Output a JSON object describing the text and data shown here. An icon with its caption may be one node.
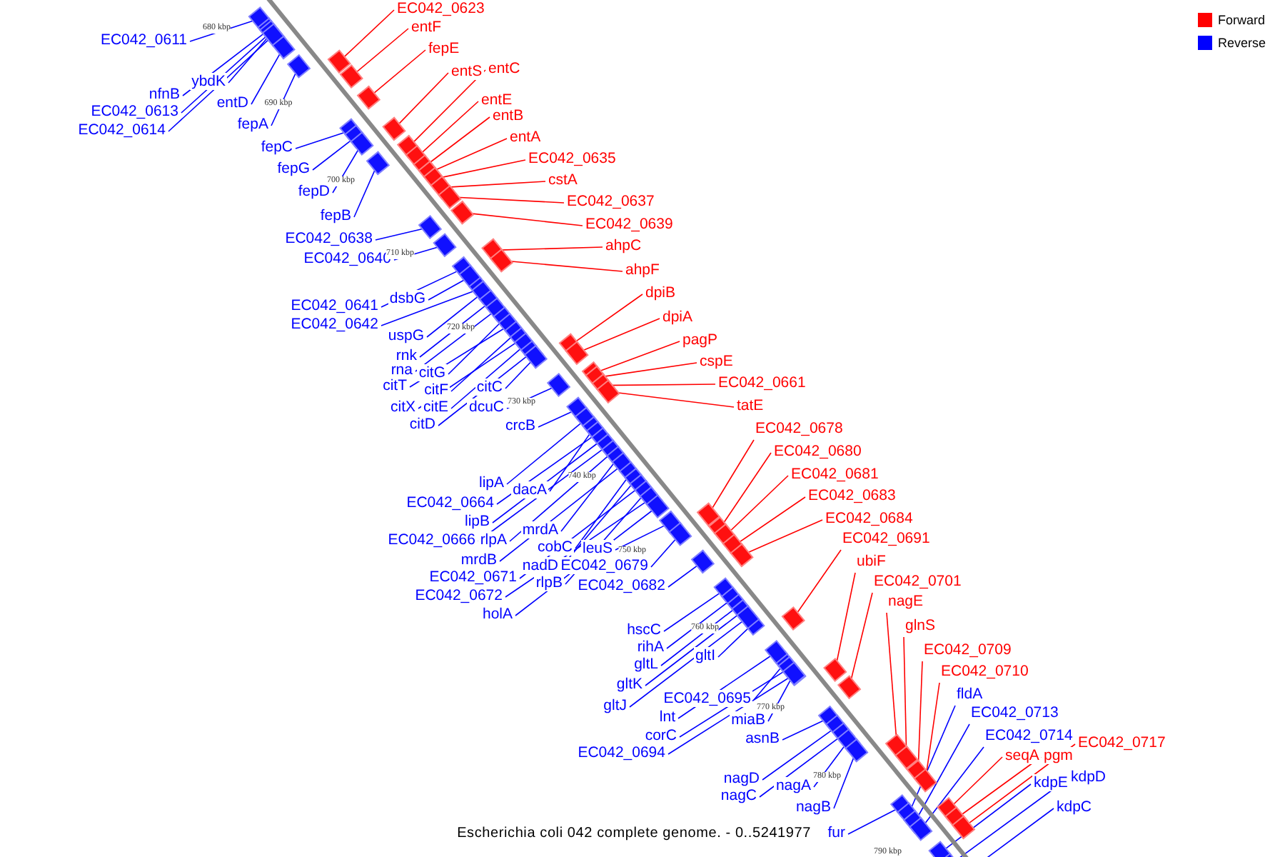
{
  "diagram": {
    "caption": "Escherichia coli 042 complete genome. - 0..5241977",
    "nodes": [
      {
        "text": [
          "EC042_0611"
        ]
      },
      {
        "text": [
          "ybdK"
        ]
      },
      {
        "text": [
          "nfnB"
        ]
      },
      {
        "text": [
          "EC042_0613"
        ]
      },
      {
        "text": [
          "EC042_0614"
        ]
      },
      {
        "text": [
          "entD"
        ]
      },
      {
        "text": [
          "fepA"
        ]
      },
      {
        "text": [
          "fepC"
        ]
      },
      {
        "text": [
          "fepG"
        ]
      },
      {
        "text": [
          "fepD"
        ]
      },
      {
        "text": [
          "fepB"
        ]
      },
      {
        "text": [
          "EC042_0638"
        ]
      },
      {
        "text": [
          "EC042_0640"
        ]
      },
      {
        "text": [
          "EC042_0641"
        ]
      },
      {
        "text": [
          "dsbG"
        ]
      },
      {
        "text": [
          "EC042_0642"
        ]
      },
      {
        "text": [
          "uspG"
        ]
      },
      {
        "text": [
          "rnk"
        ]
      },
      {
        "text": [
          "rna"
        ]
      },
      {
        "text": [
          "citG"
        ]
      },
      {
        "text": [
          "citT"
        ]
      },
      {
        "text": [
          "citF"
        ]
      },
      {
        "text": [
          "citX"
        ]
      },
      {
        "text": [
          "citE"
        ]
      },
      {
        "text": [
          "citD"
        ]
      },
      {
        "text": [
          "citC"
        ]
      },
      {
        "text": [
          "dcuC"
        ]
      },
      {
        "text": [
          "crcB"
        ]
      },
      {
        "text": [
          "lipA"
        ]
      },
      {
        "text": [
          "dacA"
        ]
      },
      {
        "text": [
          "EC042_0664"
        ]
      },
      {
        "text": [
          "lipB"
        ]
      },
      {
        "text": [
          "EC042_0666"
        ]
      },
      {
        "text": [
          "rlpA"
        ]
      },
      {
        "text": [
          "mrdA"
        ]
      },
      {
        "text": [
          "mrdB"
        ]
      },
      {
        "text": [
          "cobC"
        ]
      },
      {
        "text": [
          "nadD"
        ]
      },
      {
        "text": [
          "EC042_0671"
        ]
      },
      {
        "text": [
          "rlpB"
        ]
      },
      {
        "text": [
          "EC042_0672"
        ]
      },
      {
        "text": [
          "holA"
        ]
      },
      {
        "text": [
          "leuS"
        ]
      },
      {
        "text": [
          "EC042_0679"
        ]
      },
      {
        "text": [
          "EC042_0682"
        ]
      },
      {
        "text": [
          "hscC"
        ]
      },
      {
        "text": [
          "rihA"
        ]
      },
      {
        "text": [
          "gltL"
        ]
      },
      {
        "text": [
          "gltI"
        ]
      },
      {
        "text": [
          "gltK"
        ]
      },
      {
        "text": [
          "gltJ"
        ]
      },
      {
        "text": [
          "EC042_0695"
        ]
      },
      {
        "text": [
          "lnt"
        ]
      },
      {
        "text": [
          "corC"
        ]
      },
      {
        "text": [
          "EC042_0694"
        ]
      },
      {
        "text": [
          "miaB"
        ]
      },
      {
        "text": [
          "asnB"
        ]
      },
      {
        "text": [
          "nagD"
        ]
      },
      {
        "text": [
          "nagC"
        ]
      },
      {
        "text": [
          "nagA"
        ]
      },
      {
        "text": [
          "nagB"
        ]
      },
      {
        "text": [
          "fur"
        ]
      },
      {
        "text": [
          "fldA"
        ]
      },
      {
        "text": [
          "EC042_0713"
        ]
      },
      {
        "text": [
          "EC042_0714"
        ]
      },
      {
        "text": [
          "kdpE"
        ]
      },
      {
        "text": [
          "kdpD"
        ]
      },
      {
        "text": [
          "kdpC"
        ]
      },
      {
        "text": [
          "EC042_0623"
        ]
      },
      {
        "text": [
          "entF"
        ]
      },
      {
        "text": [
          "fepE"
        ]
      },
      {
        "text": [
          "entS"
        ]
      },
      {
        "text": [
          "entC"
        ]
      },
      {
        "text": [
          "entE"
        ]
      },
      {
        "text": [
          "entB"
        ]
      },
      {
        "text": [
          "entA"
        ]
      },
      {
        "text": [
          "EC042_0635"
        ]
      },
      {
        "text": [
          "cstA"
        ]
      },
      {
        "text": [
          "EC042_0637"
        ]
      },
      {
        "text": [
          "EC042_0639"
        ]
      },
      {
        "text": [
          "ahpC"
        ]
      },
      {
        "text": [
          "ahpF"
        ]
      },
      {
        "text": [
          "dpiB"
        ]
      },
      {
        "text": [
          "dpiA"
        ]
      },
      {
        "text": [
          "pagP"
        ]
      },
      {
        "text": [
          "cspE"
        ]
      },
      {
        "text": [
          "EC042_0661"
        ]
      },
      {
        "text": [
          "tatE"
        ]
      },
      {
        "text": [
          "EC042_0678"
        ]
      },
      {
        "text": [
          "EC042_0680"
        ]
      },
      {
        "text": [
          "EC042_0681"
        ]
      },
      {
        "text": [
          "EC042_0683"
        ]
      },
      {
        "text": [
          "EC042_0684"
        ]
      },
      {
        "text": [
          "EC042_0691"
        ]
      },
      {
        "text": [
          "ubiF"
        ]
      },
      {
        "text": [
          "EC042_0701"
        ]
      },
      {
        "text": [
          "nagE"
        ]
      },
      {
        "text": [
          "glnS"
        ]
      },
      {
        "text": [
          "EC042_0709"
        ]
      },
      {
        "text": [
          "EC042_0710"
        ]
      },
      {
        "text": [
          "seqA"
        ]
      },
      {
        "text": [
          "pgm"
        ]
      },
      {
        "text": [
          "EC042_0717"
        ]
      }
    ],
    "edges": [
      {
        "from": 0,
        "to": null,
        "arrow": "none"
      },
      {
        "from": 1,
        "to": null,
        "arrow": "none"
      },
      {
        "from": 2,
        "to": null,
        "arrow": "none"
      },
      {
        "from": 3,
        "to": null,
        "arrow": "none"
      },
      {
        "from": 4,
        "to": null,
        "arrow": "none"
      },
      {
        "from": 5,
        "to": null,
        "arrow": "none"
      },
      {
        "from": 6,
        "to": null,
        "arrow": "none"
      },
      {
        "from": 7,
        "to": null,
        "arrow": "none"
      },
      {
        "from": 8,
        "to": null,
        "arrow": "none"
      },
      {
        "from": 9,
        "to": null,
        "arrow": "none"
      },
      {
        "from": 10,
        "to": null,
        "arrow": "none"
      },
      {
        "from": 11,
        "to": null,
        "arrow": "none"
      },
      {
        "from": 12,
        "to": null,
        "arrow": "none"
      },
      {
        "from": 13,
        "to": null,
        "arrow": "none"
      },
      {
        "from": 14,
        "to": null,
        "arrow": "none"
      },
      {
        "from": 15,
        "to": null,
        "arrow": "none"
      },
      {
        "from": 16,
        "to": null,
        "arrow": "none"
      },
      {
        "from": 17,
        "to": null,
        "arrow": "none"
      },
      {
        "from": 18,
        "to": null,
        "arrow": "none"
      },
      {
        "from": 19,
        "to": null,
        "arrow": "none"
      },
      {
        "from": 20,
        "to": null,
        "arrow": "none"
      },
      {
        "from": 21,
        "to": null,
        "arrow": "none"
      },
      {
        "from": 22,
        "to": null,
        "arrow": "none"
      },
      {
        "from": 23,
        "to": null,
        "arrow": "none"
      },
      {
        "from": 24,
        "to": null,
        "arrow": "none"
      },
      {
        "from": 25,
        "to": null,
        "arrow": "none"
      },
      {
        "from": 26,
        "to": null,
        "arrow": "none"
      },
      {
        "from": 27,
        "to": null,
        "arrow": "none"
      },
      {
        "from": 28,
        "to": null,
        "arrow": "none"
      },
      {
        "from": 29,
        "to": null,
        "arrow": "none"
      },
      {
        "from": 30,
        "to": null,
        "arrow": "none"
      },
      {
        "from": 31,
        "to": null,
        "arrow": "none"
      },
      {
        "from": 32,
        "to": null,
        "arrow": "none"
      },
      {
        "from": 33,
        "to": null,
        "arrow": "none"
      },
      {
        "from": 34,
        "to": null,
        "arrow": "none"
      },
      {
        "from": 35,
        "to": null,
        "arrow": "none"
      },
      {
        "from": 36,
        "to": null,
        "arrow": "none"
      },
      {
        "from": 37,
        "to": null,
        "arrow": "none"
      },
      {
        "from": 38,
        "to": null,
        "arrow": "none"
      },
      {
        "from": 39,
        "to": null,
        "arrow": "none"
      },
      {
        "from": 40,
        "to": null,
        "arrow": "none"
      },
      {
        "from": 41,
        "to": null,
        "arrow": "none"
      },
      {
        "from": 42,
        "to": null,
        "arrow": "none"
      },
      {
        "from": 43,
        "to": null,
        "arrow": "none"
      },
      {
        "from": 44,
        "to": null,
        "arrow": "none"
      },
      {
        "from": 45,
        "to": null,
        "arrow": "none"
      },
      {
        "from": 46,
        "to": null,
        "arrow": "none"
      },
      {
        "from": 47,
        "to": null,
        "arrow": "none"
      },
      {
        "from": 48,
        "to": null,
        "arrow": "none"
      },
      {
        "from": 49,
        "to": null,
        "arrow": "none"
      },
      {
        "from": 50,
        "to": null,
        "arrow": "none"
      },
      {
        "from": 51,
        "to": null,
        "arrow": "none"
      },
      {
        "from": 52,
        "to": null,
        "arrow": "none"
      },
      {
        "from": 53,
        "to": null,
        "arrow": "none"
      },
      {
        "from": 54,
        "to": null,
        "arrow": "none"
      },
      {
        "from": 55,
        "to": null,
        "arrow": "none"
      },
      {
        "from": 56,
        "to": null,
        "arrow": "none"
      },
      {
        "from": 57,
        "to": null,
        "arrow": "none"
      },
      {
        "from": 58,
        "to": null,
        "arrow": "none"
      },
      {
        "from": 59,
        "to": null,
        "arrow": "none"
      },
      {
        "from": 60,
        "to": null,
        "arrow": "none"
      },
      {
        "from": 61,
        "to": null,
        "arrow": "none"
      },
      {
        "from": 62,
        "to": null,
        "arrow": "none"
      },
      {
        "from": 63,
        "to": null,
        "arrow": "none"
      },
      {
        "from": 64,
        "to": null,
        "arrow": "none"
      },
      {
        "from": 65,
        "to": null,
        "arrow": "none"
      },
      {
        "from": 66,
        "to": null,
        "arrow": "none"
      },
      {
        "from": 67,
        "to": null,
        "arrow": "none"
      },
      {
        "from": 68,
        "to": null,
        "arrow": "none",
        "color": "#ff0000"
      },
      {
        "from": 69,
        "to": null,
        "arrow": "none",
        "color": "#ff0000"
      },
      {
        "from": 70,
        "to": null,
        "arrow": "none",
        "color": "#ff0000"
      },
      {
        "from": 71,
        "to": null,
        "arrow": "none",
        "color": "#ff0000"
      },
      {
        "from": 72,
        "to": null,
        "arrow": "none",
        "color": "#ff0000"
      },
      {
        "from": 73,
        "to": null,
        "arrow": "none",
        "color": "#ff0000"
      },
      {
        "from": 74,
        "to": null,
        "arrow": "none",
        "color": "#ff0000"
      },
      {
        "from": 75,
        "to": null,
        "arrow": "none",
        "color": "#ff0000"
      },
      {
        "from": 76,
        "to": null,
        "arrow": "none",
        "color": "#ff0000"
      },
      {
        "from": 77,
        "to": null,
        "arrow": "none",
        "color": "#ff0000"
      },
      {
        "from": 78,
        "to": null,
        "arrow": "none",
        "color": "#ff0000"
      },
      {
        "from": 79,
        "to": null,
        "arrow": "none",
        "color": "#ff0000"
      },
      {
        "from": 80,
        "to": null,
        "arrow": "none",
        "color": "#ff0000"
      },
      {
        "from": 81,
        "to": null,
        "arrow": "none",
        "color": "#ff0000"
      },
      {
        "from": 82,
        "to": null,
        "arrow": "none",
        "color": "#ff0000"
      },
      {
        "from": 83,
        "to": null,
        "arrow": "none",
        "color": "#ff0000"
      },
      {
        "from": 84,
        "to": null,
        "arrow": "none",
        "color": "#ff0000"
      },
      {
        "from": 85,
        "to": null,
        "arrow": "none",
        "color": "#ff0000"
      },
      {
        "from": 86,
        "to": null,
        "arrow": "none",
        "color": "#ff0000"
      },
      {
        "from": 87,
        "to": null,
        "arrow": "none",
        "color": "#ff0000"
      },
      {
        "from": 88,
        "to": null,
        "arrow": "none",
        "color": "#ff0000"
      },
      {
        "from": 89,
        "to": null,
        "arrow": "none",
        "color": "#ff0000"
      },
      {
        "from": 90,
        "to": null,
        "arrow": "none",
        "color": "#ff0000"
      },
      {
        "from": 91,
        "to": null,
        "arrow": "none",
        "color": "#ff0000"
      },
      {
        "from": 92,
        "to": null,
        "arrow": "none",
        "color": "#ff0000"
      },
      {
        "from": 93,
        "to": null,
        "arrow": "none",
        "color": "#ff0000"
      },
      {
        "from": 94,
        "to": null,
        "arrow": "none",
        "color": "#ff0000"
      },
      {
        "from": 95,
        "to": null,
        "arrow": "none",
        "color": "#ff0000"
      },
      {
        "from": 96,
        "to": null,
        "arrow": "none",
        "color": "#ff0000"
      },
      {
        "from": 97,
        "to": null,
        "arrow": "none",
        "color": "#ff0000"
      },
      {
        "from": 98,
        "to": null,
        "arrow": "none",
        "color": "#ff0000"
      },
      {
        "from": 99,
        "to": null,
        "arrow": "none",
        "color": "#ff0000"
      },
      {
        "from": 100,
        "to": null,
        "arrow": "none",
        "color": "#ff0000"
      },
      {
        "from": 101,
        "to": null,
        "arrow": "none",
        "color": "#ff0000"
      },
      {
        "from": 102,
        "to": null,
        "arrow": "none",
        "color": "#ff0000"
      }
    ],
    "labels": [
      "680 kbp",
      "690 kbp",
      "700 kbp",
      "710 kbp",
      "720 kbp",
      "730 kbp",
      "740 kbp",
      "750 kbp",
      "760 kbp",
      "770 kbp",
      "780 kbp",
      "790 kbp"
    ],
    "legend": [
      {
        "text": "Forward",
        "color": "#ff0000"
      },
      {
        "text": "Reverse",
        "color": "#0000ff"
      }
    ]
  }
}
